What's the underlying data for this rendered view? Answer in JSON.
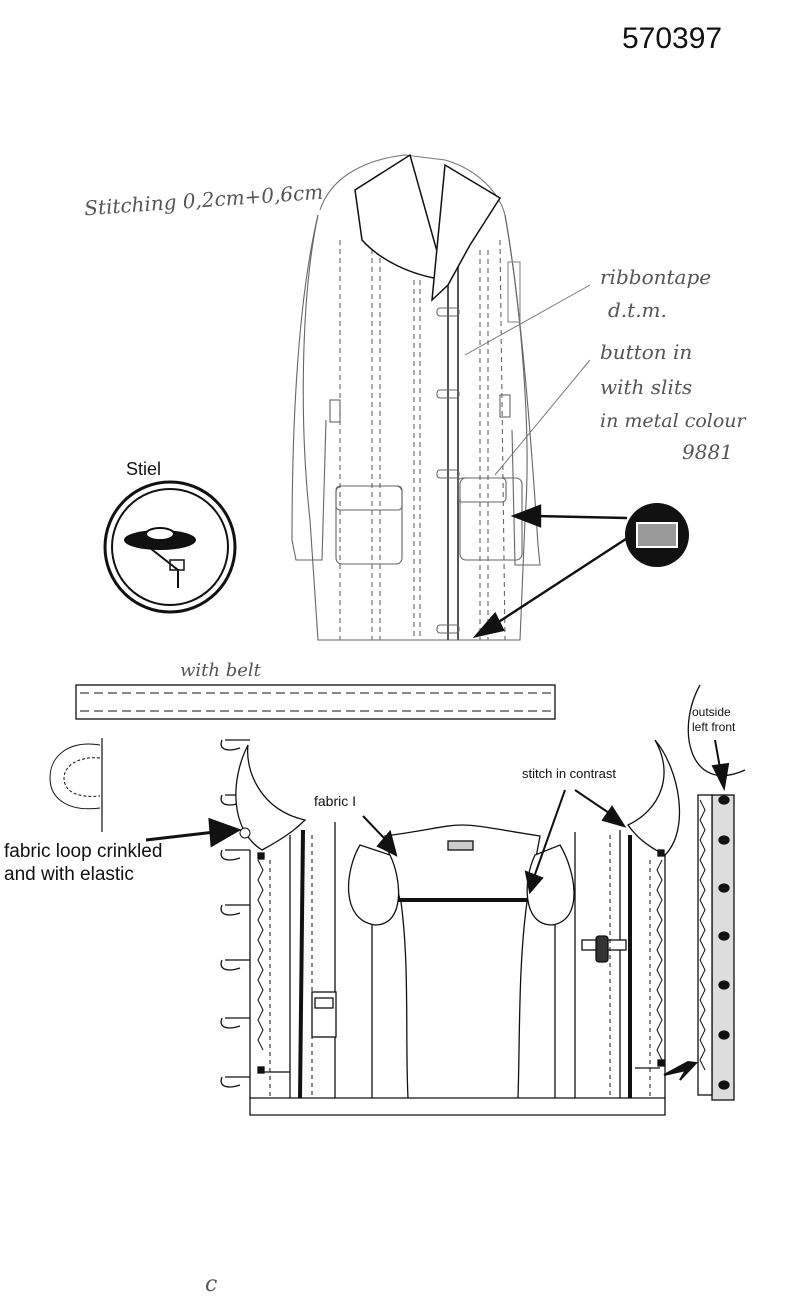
{
  "header": {
    "style_number": "570397"
  },
  "annotations": {
    "stitching": "Stitching 0,2cm+0,6cm",
    "ribbontape_line1": "ribbontape",
    "ribbontape_line2": "d.t.m.",
    "button_line1": "button in",
    "button_line2": "with slits",
    "button_line3": "in metal colour",
    "colour_code": "9881",
    "belt_note": "with belt",
    "stiel": "Stiel",
    "fabric_loop_line1": "fabric loop crinkled",
    "fabric_loop_line2": "and with elastic",
    "fabric_label": "fabric I",
    "stitch_contrast": "stitch in contrast",
    "outside_front_line1": "outside",
    "outside_front_line2": "left front",
    "corner_mark": "c"
  },
  "colors": {
    "ink": "#111111",
    "pencil": "#666666",
    "zipper_fill": "#999999",
    "paper": "#ffffff"
  }
}
